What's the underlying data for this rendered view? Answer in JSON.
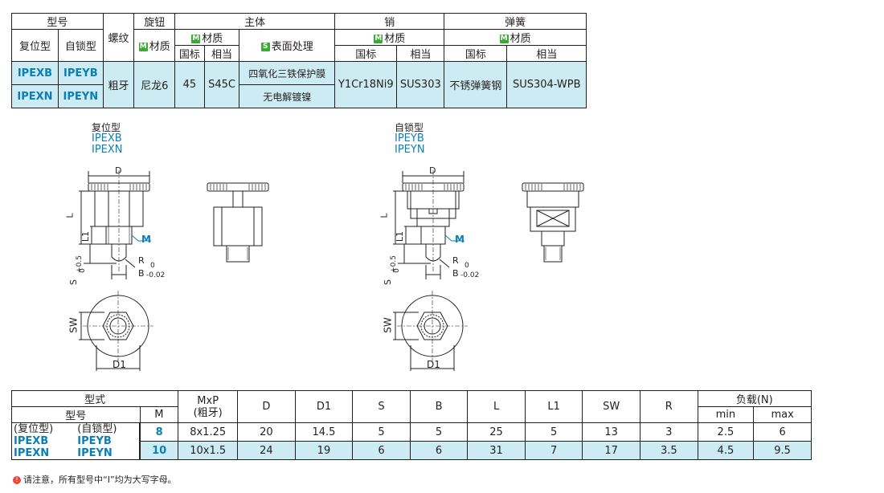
{
  "top_table": {
    "header_model": "型号",
    "header_reset": "复位型",
    "header_lock": "自锁型",
    "header_thread": "螺纹",
    "header_knob": "旋钮",
    "header_knob_material": "材质",
    "header_body": "主体",
    "header_body_material": "材质",
    "header_surface": "表面处理",
    "header_national": "国标",
    "header_equivalent": "相当",
    "header_pin": "销",
    "header_pin_material": "材质",
    "header_pin_national": "国标",
    "header_pin_equivalent": "相当",
    "header_spring": "弹簧",
    "header_spring_material": "材质",
    "header_spring_national": "国标",
    "header_spring_equivalent": "相当",
    "badge_m": "M",
    "badge_s": "S",
    "row1_reset": "IPEXB",
    "row1_lock": "IPEYB",
    "row2_reset": "IPEXN",
    "row2_lock": "IPEYN",
    "thread": "粗牙",
    "knob_material": "尼龙6",
    "body_national": "45",
    "body_equivalent": "S45C",
    "surface_1": "四氧化三铁保护膜",
    "surface_2": "无电解镀镍",
    "pin_national": "Y1Cr18Ni9",
    "pin_equivalent": "SUS303",
    "spring_national": "不锈弹簧钢",
    "spring_equivalent": "SUS304-WPB"
  },
  "drawings": {
    "left_title": "复位型",
    "left_code1": "IPEXB",
    "left_code2": "IPEXN",
    "right_title": "自锁型",
    "right_code1": "IPEYB",
    "right_code2": "IPEYN",
    "dim_D": "D",
    "dim_L": "L",
    "dim_L1": "L1",
    "dim_M": "M",
    "dim_R": "R",
    "dim_B": "B",
    "dim_B_tol_upper": "0",
    "dim_B_tol_lower": "-0.02",
    "dim_S": "S",
    "dim_S_tol_upper": "+0.5",
    "dim_S_tol_lower": "0",
    "dim_SW": "SW",
    "dim_D1": "D1"
  },
  "bottom_table": {
    "header_type": "型式",
    "header_model": "型号",
    "header_M": "M",
    "header_MxP": "MxP",
    "header_MxP_sub": "(粗牙)",
    "header_D": "D",
    "header_D1": "D1",
    "header_S": "S",
    "header_B": "B",
    "header_L": "L",
    "header_L1": "L1",
    "header_SW": "SW",
    "header_R": "R",
    "header_load": "负载(N)",
    "header_min": "min",
    "header_max": "max",
    "label_reset": "(复位型)",
    "label_lock": "(自锁型)",
    "rows": [
      {
        "reset": "IPEXB",
        "lock": "IPEYB",
        "M": "8",
        "MxP": "8x1.25",
        "D": "20",
        "D1": "14.5",
        "S": "5",
        "B": "5",
        "L": "25",
        "L1": "5",
        "SW": "13",
        "R": "3",
        "min": "2.5",
        "max": "6"
      },
      {
        "reset": "IPEXN",
        "lock": "IPEYN",
        "M": "10",
        "MxP": "10x1.5",
        "D": "24",
        "D1": "19",
        "S": "6",
        "B": "6",
        "L": "31",
        "L1": "7",
        "SW": "17",
        "R": "3.5",
        "min": "4.5",
        "max": "9.5"
      }
    ]
  },
  "note": "请注意，所有型号中“I”均为大写字母。",
  "note_icon": "!",
  "colors": {
    "cyan_fill": "#cdebf3",
    "code_blue": "#0a7fb5",
    "badge_green": "#3aaa35"
  }
}
